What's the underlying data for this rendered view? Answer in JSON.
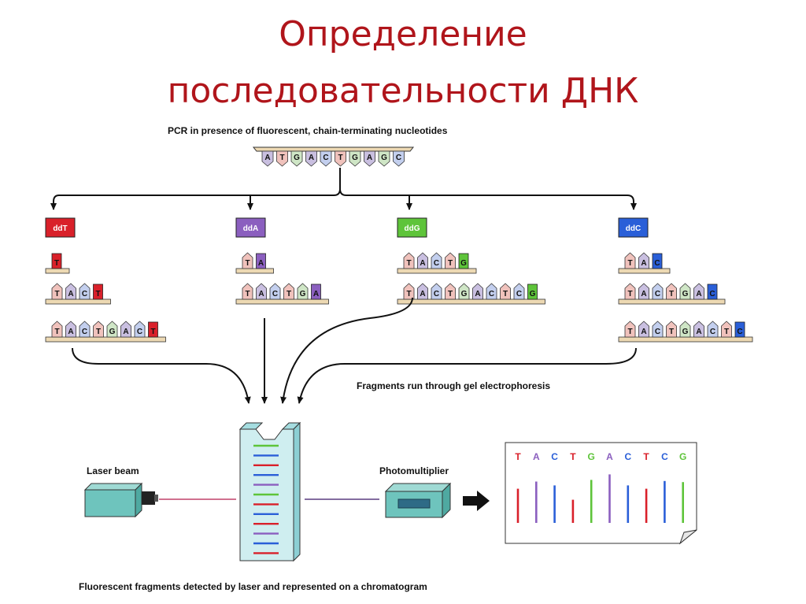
{
  "title": {
    "line1": "Определение",
    "line2": "последовательности ДНК"
  },
  "captions": {
    "pcr": "PCR in presence of fluorescent, chain-terminating nucleotides",
    "fragments": "Fragments run through gel electrophoresis",
    "laser": "Laser beam",
    "photomultiplier": "Photomultiplier",
    "bottom": "Fluorescent fragments detected by laser and represented on a chromatogram"
  },
  "colors": {
    "T": "#d9202a",
    "A": "#8b5fbf",
    "G": "#5ec43a",
    "C": "#2a5fd8",
    "title": "#b0151b",
    "nucleotide_fill_T": "#f0c2bc",
    "nucleotide_fill_A": "#c9bfe0",
    "nucleotide_fill_C": "#c3cfee",
    "nucleotide_fill_G": "#cfe6c6",
    "template_fill": "#edd9b3",
    "device": "#6ec4bd",
    "gel": "#cfeef0"
  },
  "template_sequence": [
    "A",
    "T",
    "G",
    "A",
    "C",
    "T",
    "G",
    "A",
    "G",
    "C"
  ],
  "groups": [
    {
      "label": "ddT",
      "base": "T",
      "fragments": [
        [
          "T"
        ],
        [
          "T",
          "A",
          "C",
          "T"
        ],
        [
          "T",
          "A",
          "C",
          "T",
          "G",
          "A",
          "C",
          "T"
        ]
      ]
    },
    {
      "label": "ddA",
      "base": "A",
      "fragments": [
        [
          "T",
          "A"
        ],
        [
          "T",
          "A",
          "C",
          "T",
          "G",
          "A"
        ]
      ]
    },
    {
      "label": "ddG",
      "base": "G",
      "fragments": [
        [
          "T",
          "A",
          "C",
          "T",
          "G"
        ],
        [
          "T",
          "A",
          "C",
          "T",
          "G",
          "A",
          "C",
          "T",
          "C",
          "G"
        ]
      ]
    },
    {
      "label": "ddC",
      "base": "C",
      "fragments": [
        [
          "T",
          "A",
          "C"
        ],
        [
          "T",
          "A",
          "C",
          "T",
          "G",
          "A",
          "C"
        ],
        [
          "T",
          "A",
          "C",
          "T",
          "G",
          "A",
          "C",
          "T",
          "C"
        ]
      ]
    }
  ],
  "gel_bands": [
    "G",
    "C",
    "T",
    "C",
    "A",
    "G",
    "T",
    "C",
    "T",
    "A",
    "C",
    "T"
  ],
  "chromatogram": {
    "bases": [
      "T",
      "A",
      "C",
      "T",
      "G",
      "A",
      "C",
      "T",
      "C",
      "G"
    ],
    "peak_heights": [
      0.62,
      0.75,
      0.68,
      0.42,
      0.78,
      0.88,
      0.68,
      0.62,
      0.76,
      0.74
    ]
  }
}
